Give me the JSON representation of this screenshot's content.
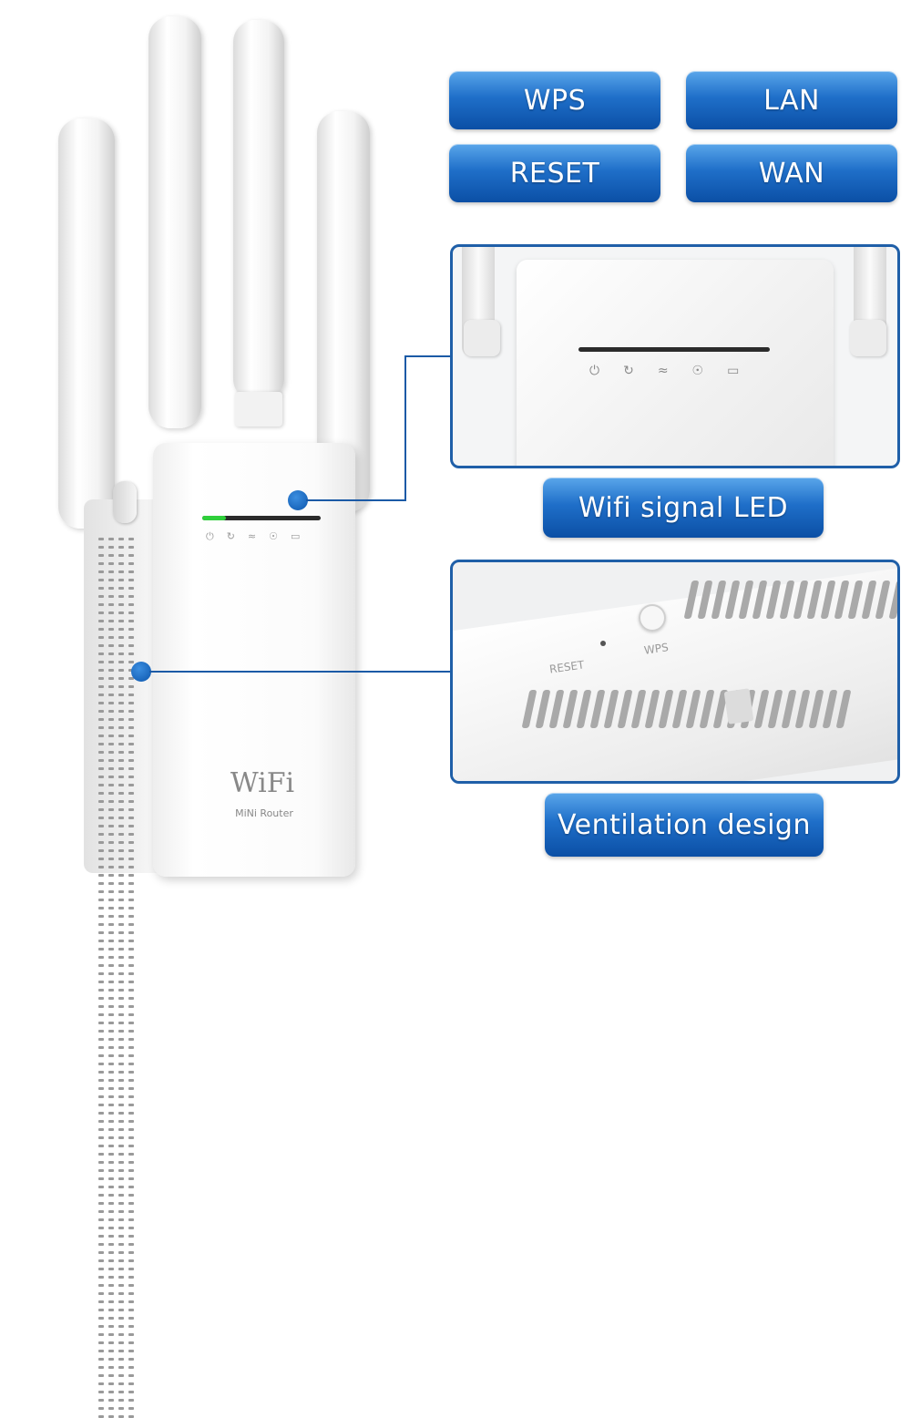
{
  "labels": {
    "wps": "WPS",
    "lan": "LAN",
    "reset": "RESET",
    "wan": "WAN",
    "wifi_led": "Wifi signal LED",
    "ventilation": "Ventilation design"
  },
  "device": {
    "logo_text": "WiFi",
    "subtitle": "MiNi Router",
    "led_icons": [
      "power-icon",
      "sync-icon",
      "wifi-icon",
      "ethernet-icon",
      "monitor-icon"
    ]
  },
  "zoom_bottom": {
    "reset_label": "RESET",
    "wps_label": "WPS"
  },
  "colors": {
    "accent_blue": "#1f6fc9",
    "frame_blue": "#1f5fa8",
    "led_green": "#2fcf3b"
  }
}
